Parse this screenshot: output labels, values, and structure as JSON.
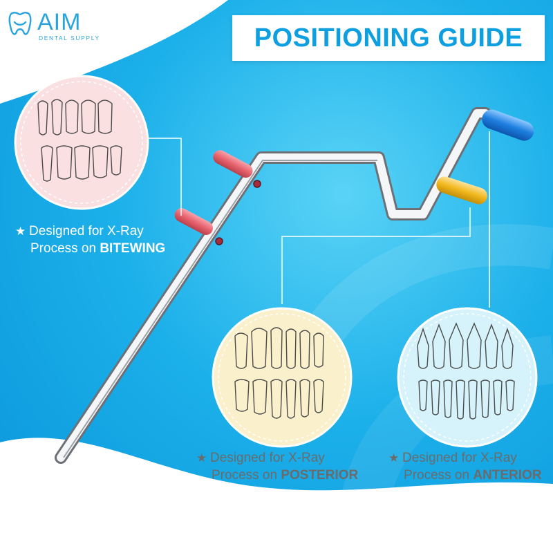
{
  "brand": {
    "name": "AIM",
    "subtitle": "DENTAL SUPPLY",
    "color": "#2aa4de"
  },
  "title": "POSITIONING GUIDE",
  "colors": {
    "background": "#12a9e6",
    "title_text": "#0e9fe0",
    "tube_red": "#e8636e",
    "tube_yellow": "#f2b81e",
    "tube_blue": "#1e7fe0",
    "circle_bitewing": "#fbe0e2",
    "circle_posterior": "#fbf0cc",
    "circle_anterior": "#d6f3fb"
  },
  "captions": [
    {
      "icon": "star-icon",
      "line1": "Designed for X-Ray",
      "line2_prefix": "Process on ",
      "line2_bold": "BITEWING"
    },
    {
      "icon": "star-icon",
      "line1": "Designed for X-Ray",
      "line2_prefix": "Process on ",
      "line2_bold": "POSTERIOR"
    },
    {
      "icon": "star-icon",
      "line1": "Designed for X-Ray",
      "line2_prefix": "Process on ",
      "line2_bold": "ANTERIOR"
    }
  ]
}
